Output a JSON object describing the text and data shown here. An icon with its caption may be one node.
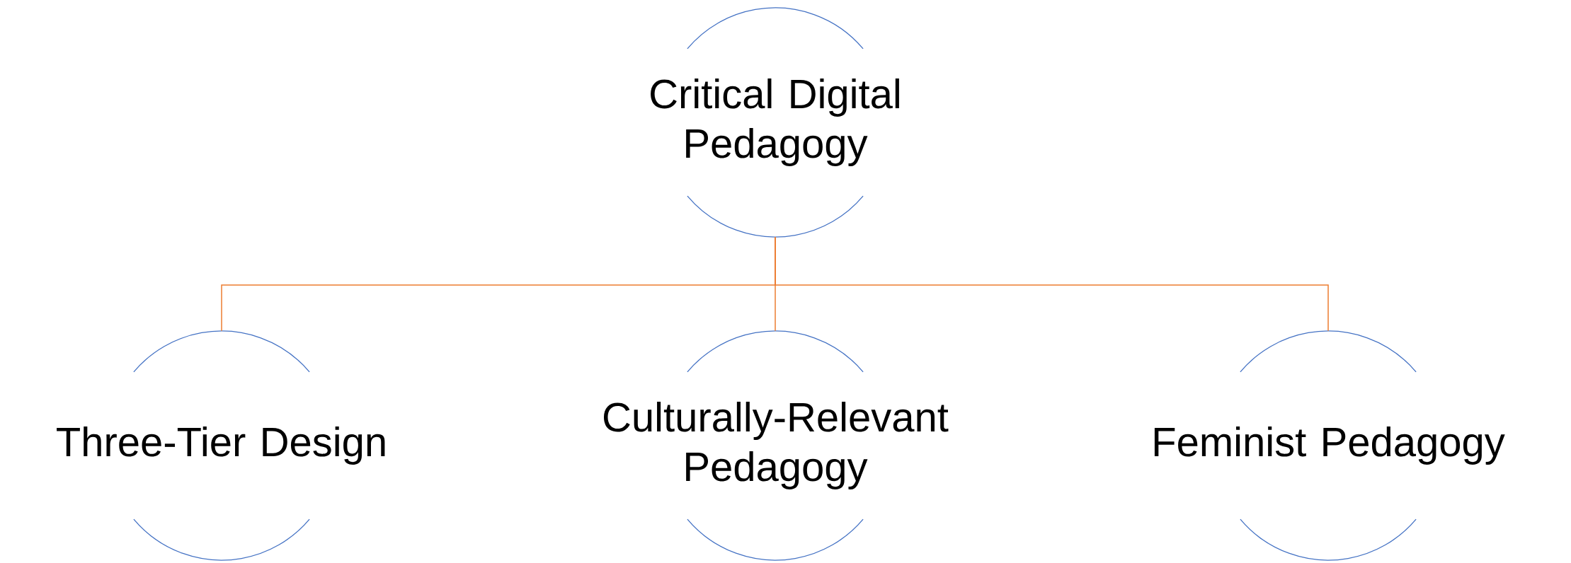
{
  "diagram": {
    "nodes": [
      {
        "text": [
          "Critical Digital Pedagogy"
        ]
      },
      {
        "text": [
          "Three-Tier Design"
        ]
      },
      {
        "text": [
          "Culturally-Relevant Pedagogy"
        ]
      },
      {
        "text": [
          "Feminist Pedagogy"
        ]
      }
    ],
    "edges": [
      {
        "from": 0,
        "to": 1,
        "arrow": "none"
      },
      {
        "from": 0,
        "to": 2,
        "arrow": "none"
      },
      {
        "from": 0,
        "to": 3,
        "arrow": "none"
      }
    ]
  }
}
